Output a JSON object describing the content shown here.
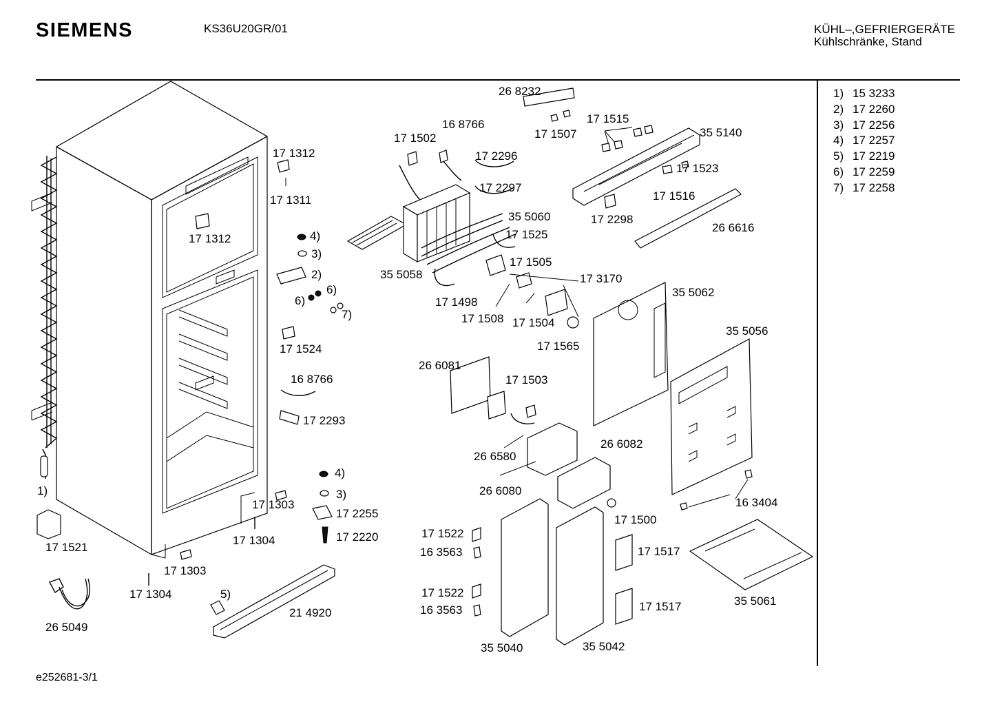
{
  "header": {
    "brand": "SIEMENS",
    "model": "KS36U20GR/01",
    "category_line1": "KÜHL–,GEFRIERGERÄTE",
    "category_line2": "Kühlschränke, Stand"
  },
  "legend": [
    {
      "key": "1)",
      "part": "15 3233"
    },
    {
      "key": "2)",
      "part": "17 2260"
    },
    {
      "key": "3)",
      "part": "17 2256"
    },
    {
      "key": "4)",
      "part": "17 2257"
    },
    {
      "key": "5)",
      "part": "17 2219"
    },
    {
      "key": "6)",
      "part": "17 2259"
    },
    {
      "key": "7)",
      "part": "17 2258"
    }
  ],
  "part_labels": [
    "26 8232",
    "16 8766",
    "17 1502",
    "17 1507",
    "17 1515",
    "35 5140",
    "17 2296",
    "17 1523",
    "17 2297",
    "17 1516",
    "35 5060",
    "17 2298",
    "26 6616",
    "17 1525",
    "17 1505",
    "35 5058",
    "17 3170",
    "35 5062",
    "17 1498",
    "17 1508",
    "17 1504",
    "17 1565",
    "35 5056",
    "17 1312",
    "17 1311",
    "17 1312",
    "4)",
    "3)",
    "2)",
    "6)",
    "6)",
    "7)",
    "17 1524",
    "16 8766",
    "17 2293",
    "26 6081",
    "17 1503",
    "26 6580",
    "26 6082",
    "26 6080",
    "16 3404",
    "1)",
    "4)",
    "3)",
    "17 1303",
    "17 2255",
    "17 1304",
    "17 2220",
    "17 1521",
    "17 1303",
    "17 1304",
    "17 1500",
    "17 1522",
    "16 3563",
    "17 1517",
    "17 1522",
    "16 3563",
    "17 1517",
    "35 5061",
    "5)",
    "21 4920",
    "26 5049",
    "35 5040",
    "35 5042"
  ],
  "footer": "e252681-3/1"
}
